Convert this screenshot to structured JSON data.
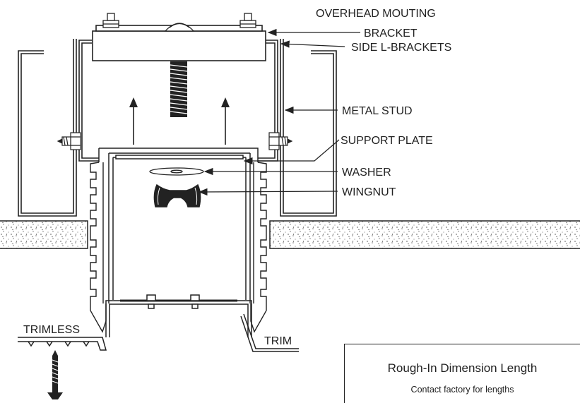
{
  "labels": {
    "overhead_line1": "OVERHEAD MOUTING",
    "overhead_line2": "BRACKET",
    "side_l_brackets": "SIDE L-BRACKETS",
    "metal_stud": "METAL STUD",
    "support_plate": "SUPPORT PLATE",
    "washer": "WASHER",
    "wingnut": "WINGNUT",
    "trimless": "TRIMLESS",
    "trim": "TRIM"
  },
  "info_box": {
    "title": "Rough-In Dimension Length",
    "subtitle": "Contact factory for lengths"
  }
}
